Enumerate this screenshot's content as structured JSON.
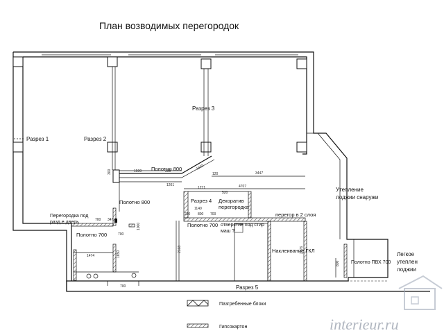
{
  "title": "План возводимых перегородок",
  "rooms": {
    "section1": "Разрез 1",
    "section2": "Разрез 2",
    "section3": "Разрез 3",
    "section4": "Разрез 4",
    "section5": "Разрез 5",
    "door_partition_1": "Перегородка под",
    "door_partition_2": "разд.е дверь",
    "sheet700_a": "Полотно 700",
    "sheet800_a": "Полотно 800",
    "sheet800_b": "Полотно 800",
    "sheet700_b": "Полотно 700",
    "decor_1": "Декоратив",
    "decor_2": "перегородка",
    "opening_1": "отверстие под стир",
    "opening_2": "маш ?",
    "partition_2layer": "перегор в 2 слоя",
    "gkl": "Наклеивание ГКЛ",
    "insulation_1": "Утепление",
    "insulation_2": "лоджии снаружи",
    "pvc": "Полотно ПВХ 700",
    "light_1": "Легкое",
    "light_2": "утеплен",
    "light_3": "лоджии"
  },
  "dimensions": {
    "d1500": "1500",
    "d300": "300",
    "d1201": "1201",
    "d1602": "1602",
    "d120": "120",
    "d3447": "3447",
    "d1271": "1271",
    "d4707": "4707",
    "d520": "520",
    "d1140": "1140",
    "d220": "220",
    "d800": "800",
    "d700a": "700",
    "d700b": "700",
    "d700c": "700",
    "d700d": "700",
    "d347": "347",
    "d1474": "1474",
    "d1650": "1650",
    "d2168": "2168",
    "d2076": "2076",
    "d800b": "800",
    "d1000": "1000",
    "d300b": "300"
  },
  "legend": {
    "blocks": "Пазгребенные блоки",
    "drywall": "Гипсокартон"
  },
  "watermark": "interieur.ru"
}
